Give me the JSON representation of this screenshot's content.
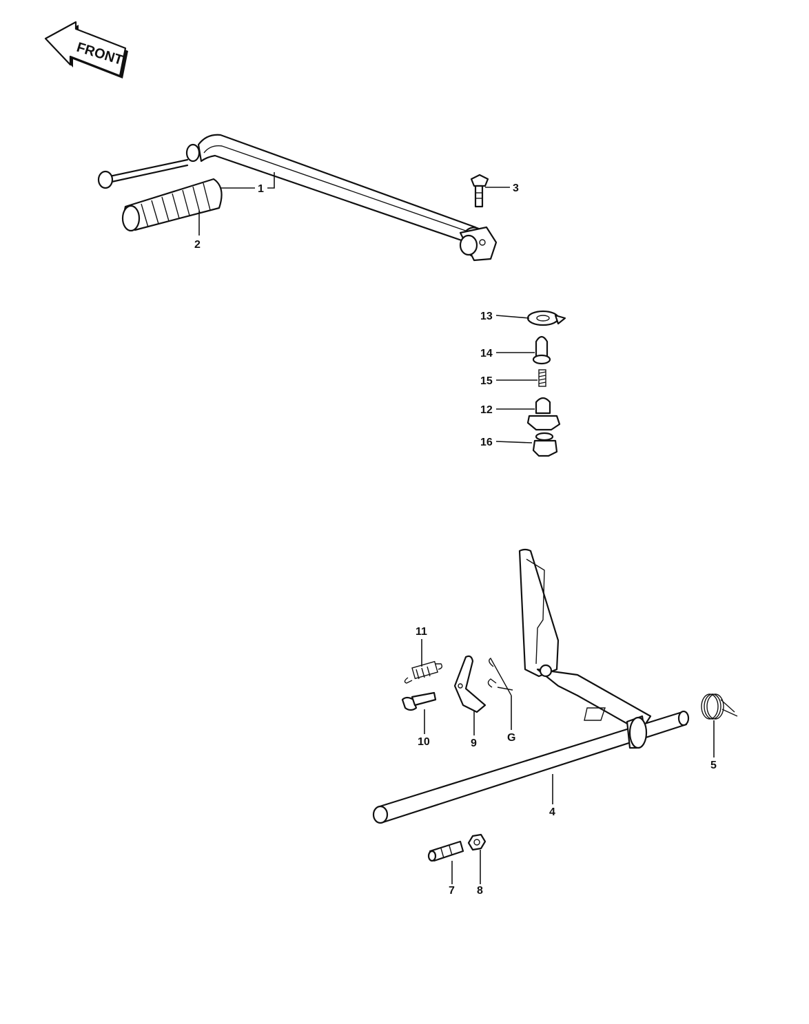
{
  "orientation": {
    "front_label": "FRONT"
  },
  "callouts": {
    "c1": "1",
    "c2": "2",
    "c3": "3",
    "c4": "4",
    "c5": "5",
    "c6": "G",
    "c7": "7",
    "c8": "8",
    "c9": "9",
    "c10": "10",
    "c11": "11",
    "c12": "12",
    "c13": "13",
    "c14": "14",
    "c15": "15",
    "c16": "16"
  },
  "colors": {
    "line": "#111111",
    "background": "#ffffff"
  }
}
